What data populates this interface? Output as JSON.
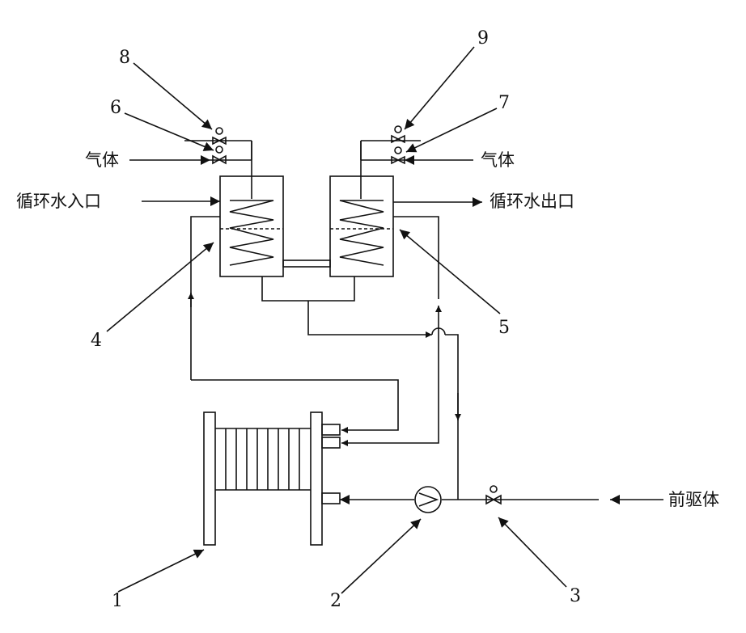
{
  "labels": {
    "gas_left": "气体",
    "gas_right": "气体",
    "water_inlet": "循环水入口",
    "water_outlet": "循环水出口",
    "precursor": "前驱体"
  },
  "numbers": {
    "n1": "1",
    "n2": "2",
    "n3": "3",
    "n4": "4",
    "n5": "5",
    "n6": "6",
    "n7": "7",
    "n8": "8",
    "n9": "9"
  },
  "colors": {
    "line": "#111111",
    "background": "#ffffff"
  }
}
